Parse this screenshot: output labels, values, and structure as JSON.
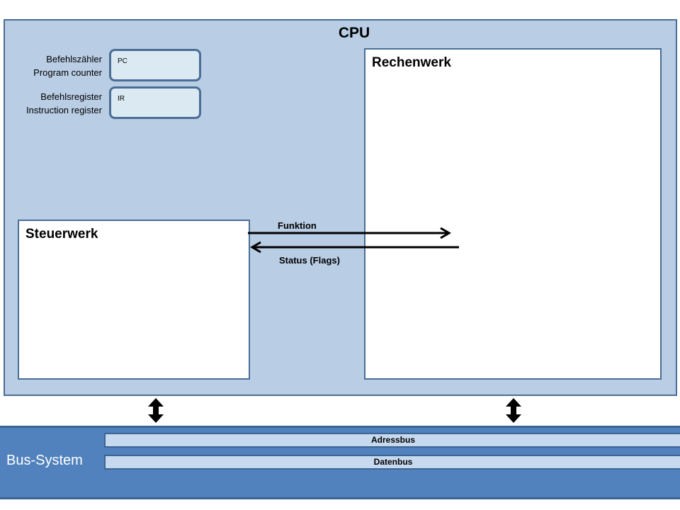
{
  "cpu": {
    "title": "CPU"
  },
  "registers": [
    {
      "label_line1": "Befehlszähler",
      "label_line2": "Program counter",
      "box_text": "PC"
    },
    {
      "label_line1": "Befehlsregister",
      "label_line2": "Instruction register",
      "box_text": "IR"
    }
  ],
  "units": {
    "control": "Steuerwerk",
    "alu": "Rechenwerk"
  },
  "signals": {
    "function": "Funktion",
    "status": "Status (Flags)"
  },
  "bus": {
    "title": "Bus-System",
    "address": "Adressbus",
    "data": "Datenbus"
  },
  "colors": {
    "cpu_fill": "#b9cde4",
    "border": "#4a6e96",
    "register_fill": "#dbe9f2",
    "bus_fill": "#5182bd",
    "bus_line_fill": "#c7d9ef"
  }
}
